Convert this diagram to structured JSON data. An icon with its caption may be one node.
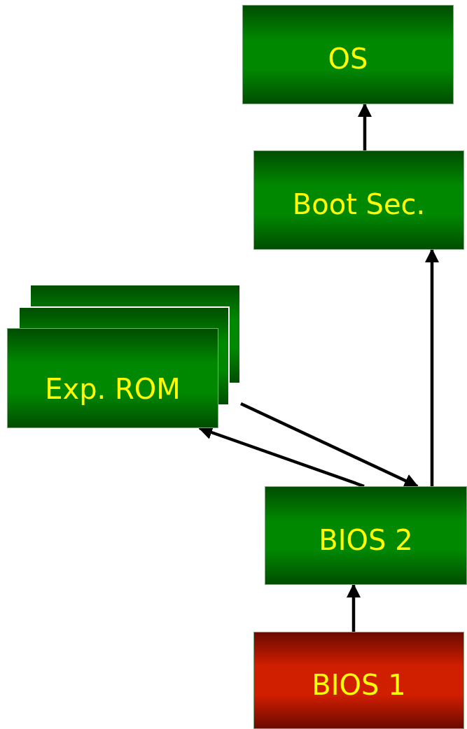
{
  "diagram": {
    "nodes": [
      {
        "text": [
          "OS"
        ]
      },
      {
        "text": [
          "Boot Sec."
        ]
      },
      {
        "text": [
          "Exp. ROM"
        ]
      },
      {
        "text": [
          "BIOS 2"
        ]
      },
      {
        "text": [
          "BIOS 1"
        ]
      }
    ],
    "edges": [
      {
        "from": 1,
        "to": 0,
        "arrow": "to"
      },
      {
        "from": 3,
        "to": 1,
        "arrow": "to"
      },
      {
        "from": 2,
        "to": 3,
        "arrow": "to"
      },
      {
        "from": 3,
        "to": 2,
        "arrow": "to"
      },
      {
        "from": 4,
        "to": 3,
        "arrow": "to"
      }
    ]
  }
}
